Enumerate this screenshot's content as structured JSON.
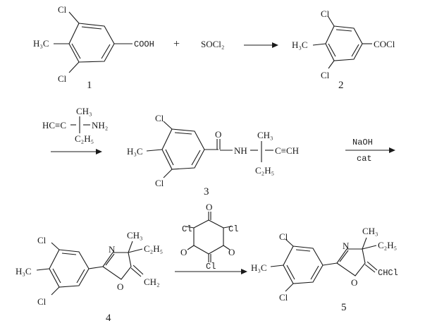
{
  "compound1": {
    "label": "1",
    "cl_top": "Cl",
    "cl_bottom": "Cl",
    "h3c": "H₃C",
    "cooh": "COOH"
  },
  "plus": "+",
  "reagent1": "SOCl₂",
  "compound2": {
    "label": "2",
    "cl_top": "Cl",
    "cl_bottom": "Cl",
    "h3c": "H₃C",
    "cocl": "COCl"
  },
  "amine_reagent": {
    "ch3": "CH₃",
    "hc_c": "HC≡C",
    "nh2": "NH₂",
    "c2h5": "C₂H₅"
  },
  "compound3": {
    "label": "3",
    "cl_top": "Cl",
    "cl_bottom": "Cl",
    "h3c": "H₃C",
    "o": "O",
    "nh": "NH",
    "ch3": "CH₃",
    "c_ch": "C≡CH",
    "c2h5": "C₂H₅"
  },
  "step3_conditions": {
    "reagent": "NaOH",
    "catalyst": "cat"
  },
  "compound4": {
    "label": "4",
    "cl_top": "Cl",
    "cl_bottom": "Cl",
    "h3c": "H₃C",
    "n": "N",
    "o": "O",
    "ch3": "CH₃",
    "c2h5": "C₂H₅",
    "ch2": "CH₂"
  },
  "chloranil": {
    "cl_tl": "Cl",
    "cl_tr": "Cl",
    "cl_bot": "Cl",
    "o_top": "O",
    "o_bot": "O"
  },
  "compound5": {
    "label": "5",
    "cl_top": "Cl",
    "cl_bottom": "Cl",
    "h3c": "H₃C",
    "n": "N",
    "o": "O",
    "ch3": "CH₃",
    "c2h5": "C₂H₅",
    "chcl": "CHCl"
  }
}
